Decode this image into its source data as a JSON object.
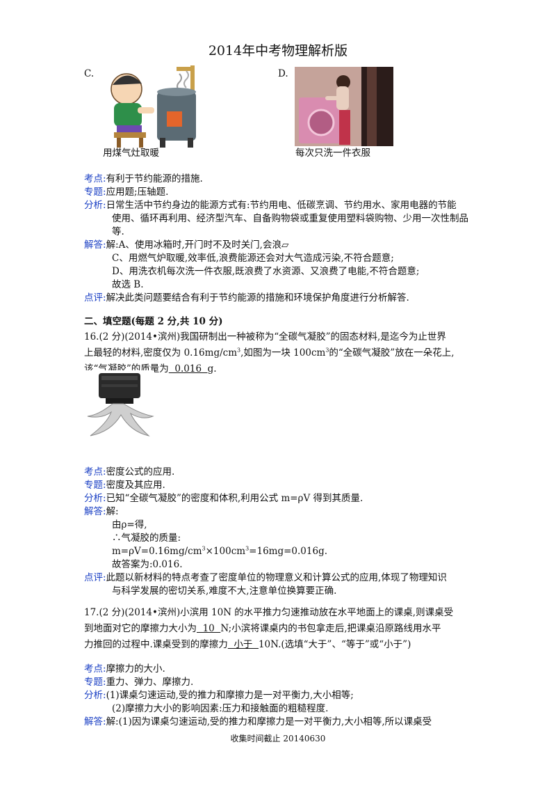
{
  "page": {
    "title": "2014年中考物理解析版",
    "footer": "收集时间截止 20140630"
  },
  "optionC": {
    "letter": "C.",
    "caption": "用煤气灶取暖"
  },
  "optionD": {
    "letter": "D.",
    "caption": "每次只洗一件衣服"
  },
  "q15": {
    "kaodian_label": "考点:",
    "kaodian": "有利于节约能源的措施.",
    "zhuanti_label": "专题:",
    "zhuanti": "应用题;压轴题.",
    "fenxi_label": "分析:",
    "fenxi_lines": [
      "日常生活中节约身边的能源方式有:节约用电、低碳烹调、节约用水、家用电器的节能",
      "使用、循环再利用、经济型汽车、自备购物袋或重复使用塑料袋购物、少用一次性制品",
      "等."
    ],
    "jieda_label": "解答:",
    "jieda_lines": [
      "解:A、使用冰箱时,开门时不及时关门,会浪▱",
      "C、用燃气炉取暖,效率低,浪费能源还会对大气造成污染,不符合题意;",
      "D、用洗衣机每次洗一件衣服,既浪费了水资源、又浪费了电能,不符合题意;",
      "故选 B."
    ],
    "dianping_label": "点评:",
    "dianping": "解决此类问题要结合有利于节约能源的措施和环境保护角度进行分析解答."
  },
  "section2": {
    "heading": "二、填空题(每题 2 分,共 10 分)"
  },
  "q16": {
    "line1": "16.(2 分)(2014•滨州)我国研制出一种被称为“全碳气凝胶”的固态材料,是迄今为止世界",
    "line2_a": "上最轻的材料,密度仅为 0.16mg/cm",
    "line2_sup": "3",
    "line2_b": ",如图为一块 100cm",
    "line2_sup2": "3",
    "line2_c": "的“全碳气凝胶”放在一朵花上,",
    "line3_a": "该“气凝胶”的质量为",
    "answer": "  0.016  ",
    "line3_b": "g.",
    "kaodian_label": "考点:",
    "kaodian": "密度公式的应用.",
    "zhuanti_label": "专题:",
    "zhuanti": "密度及其应用.",
    "fenxi_label": "分析:",
    "fenxi": "已知“全碳气凝胶”的密度和体积,利用公式 m=ρV 得到其质量.",
    "jieda_label": "解答:",
    "jieda_l1": "解:",
    "jieda_l2": "由ρ=得,",
    "jieda_l3": "∴气凝胶的质量:",
    "jieda_l4_a": "m=ρV=0.16mg/cm",
    "jieda_l4_sup": "3",
    "jieda_l4_b": "×100cm",
    "jieda_l4_sup2": "3",
    "jieda_l4_c": "=16mg=0.016g.",
    "jieda_l5": "故答案为:0.016.",
    "dianping_label": "点评:",
    "dianping_lines": [
      "此题以新材料的特点考查了密度单位的物理意义和计算公式的应用,体现了物理知识",
      "与科学发展的密切关系,难度不大,注意单位换算要正确."
    ]
  },
  "q17": {
    "line1": "17.(2 分)(2014•滨州)小滨用 10N 的水平推力匀速推动放在水平地面上的课桌,则课桌受",
    "line2_a": "到地面对它的摩擦力大小为",
    "answer1": "  10  ",
    "line2_b": "N;小滨将课桌内的书包拿走后,把课桌沿原路线用水平",
    "line3_a": "力推回的过程中.课桌受到的摩擦力",
    "answer2": "  小于  ",
    "line3_b": "10N.(选填“大于”、“等于”或“小于”)",
    "kaodian_label": "考点:",
    "kaodian": "摩擦力的大小.",
    "zhuanti_label": "专题:",
    "zhuanti": "重力、弹力、摩擦力.",
    "fenxi_label": "分析:",
    "fenxi_l1": "(1)课桌匀速运动,受的推力和摩擦力是一对平衡力,大小相等;",
    "fenxi_l2": "(2)摩擦力大小的影响因素:压力和接触面的粗糙程度.",
    "jieda_label": "解答:",
    "jieda_l1": "解:(1)因为课桌匀速运动,受的推力和摩擦力是一对平衡力,大小相等,所以课桌受"
  }
}
